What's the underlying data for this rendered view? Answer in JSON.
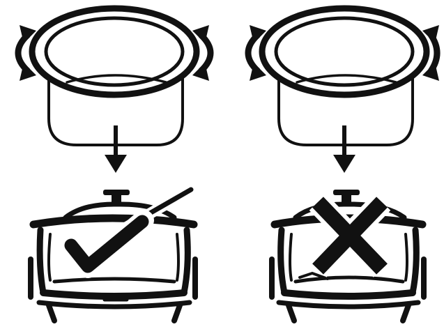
{
  "panels": [
    {
      "id": "correct",
      "verdict": "correct",
      "verdict_icon": "checkmark-icon"
    },
    {
      "id": "incorrect",
      "verdict": "incorrect",
      "verdict_icon": "x-mark-icon"
    }
  ],
  "colors": {
    "ink": "#111111",
    "background": "#ffffff"
  }
}
